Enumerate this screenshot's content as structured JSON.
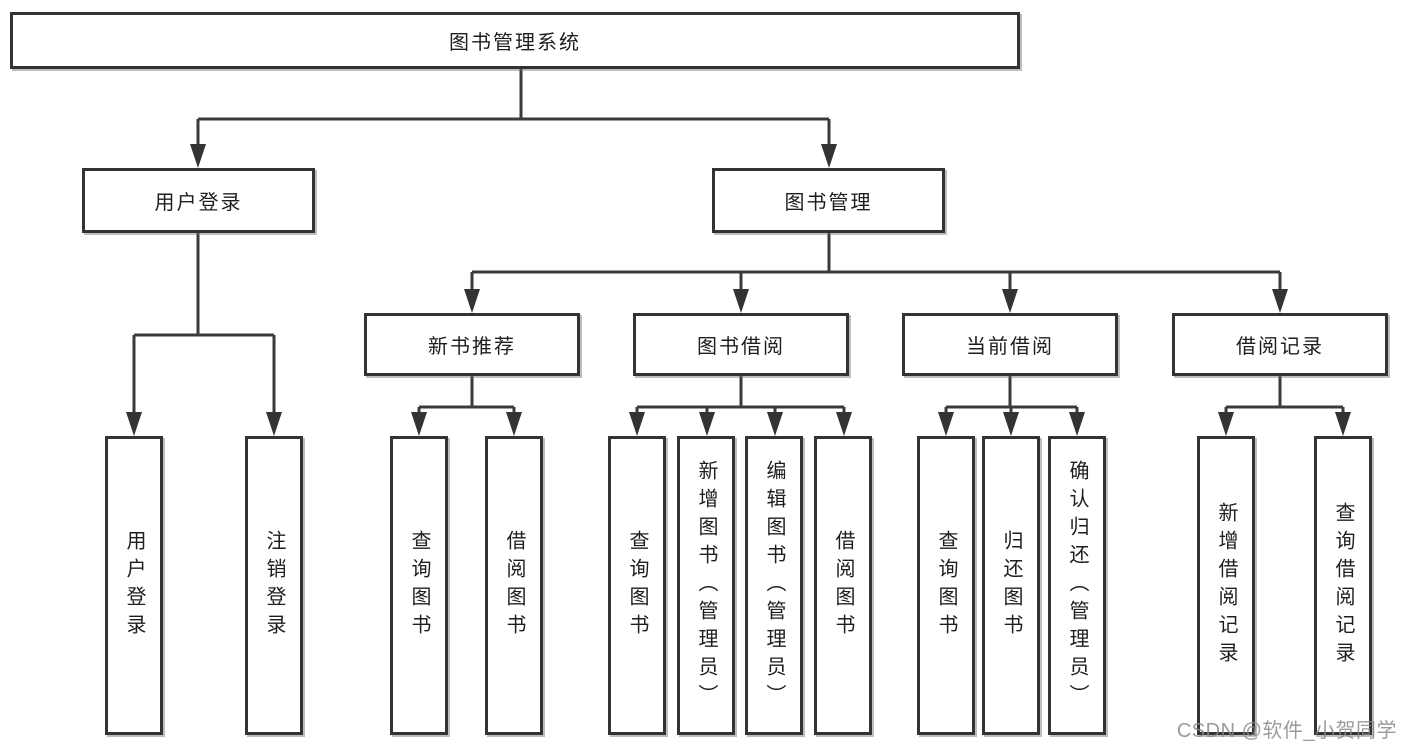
{
  "diagram_title": "图书管理系统",
  "tree": {
    "root": {
      "label": "图书管理系统"
    },
    "branches": [
      {
        "label": "用户登录",
        "leaves": [
          {
            "label": "用户登录"
          },
          {
            "label": "注销登录"
          }
        ]
      },
      {
        "label": "图书管理",
        "modules": [
          {
            "label": "新书推荐",
            "leaves": [
              {
                "label": "查询图书"
              },
              {
                "label": "借阅图书"
              }
            ]
          },
          {
            "label": "图书借阅",
            "leaves": [
              {
                "label": "查询图书"
              },
              {
                "label": "新增图书（管理员）"
              },
              {
                "label": "编辑图书（管理员）"
              },
              {
                "label": "借阅图书"
              }
            ]
          },
          {
            "label": "当前借阅",
            "leaves": [
              {
                "label": "查询图书"
              },
              {
                "label": "归还图书"
              },
              {
                "label": "确认归还（管理员）"
              }
            ]
          },
          {
            "label": "借阅记录",
            "leaves": [
              {
                "label": "新增借阅记录"
              },
              {
                "label": "查询借阅记录"
              }
            ]
          }
        ]
      }
    ]
  },
  "watermark": {
    "text": "CSDN @软件_小贺同学"
  },
  "colors": {
    "line": "#3a3a3a",
    "box_border": "#333333",
    "box_fill": "#ffffff",
    "text": "#1e1e1e",
    "watermark": "#8a8a8a",
    "background": "#ffffff"
  }
}
